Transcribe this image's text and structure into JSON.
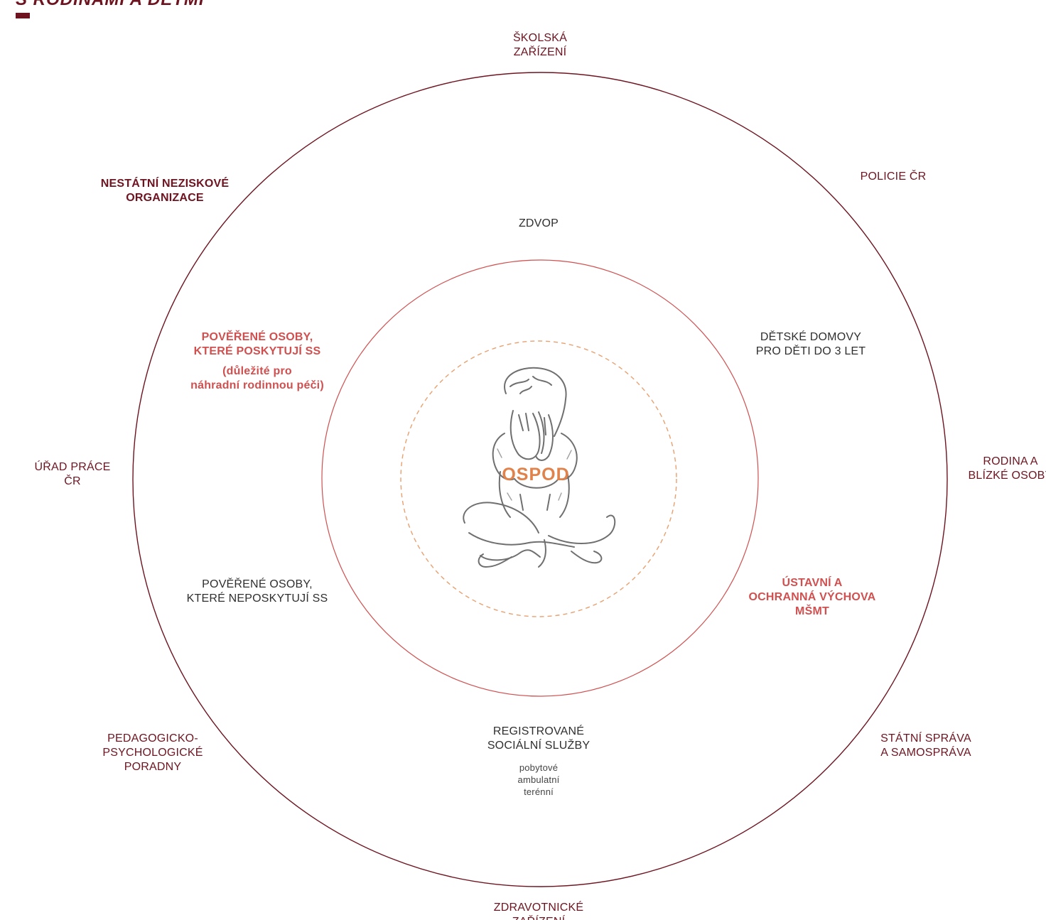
{
  "header": {
    "title": "S RODINAMI A DĚTMI"
  },
  "diagram": {
    "center": "OSPOD",
    "outer_labels": {
      "skolska_zarizeni": "ŠKOLSKÁ\nZAŘÍZENÍ",
      "policie": "POLICIE ČR",
      "rodina": "RODINA A\nBLÍZKÉ OSOBY",
      "statni_sprava": "STÁTNÍ SPRÁVA\nA SAMOSPRÁVA",
      "zdravotnicke": "ZDRAVOTNICKÉ\nZAŘÍZENÍ",
      "pedagogicko": "PEDAGOGICKO-\nPSYCHOLOGICKÉ\nPORADNY",
      "urad_prace": "ÚŘAD PRÁCE\nČR",
      "nno": "NESTÁTNÍ NEZISKOVÉ\nORGANIZACE"
    },
    "inner_labels": {
      "zdvop": "ZDVOP",
      "detske_domovy": "DĚTSKÉ DOMOVY\nPRO DĚTI  DO 3 LET",
      "ustavni": "ÚSTAVNÍ A\nOCHRANNÁ VÝCHOVA\nMŠMT",
      "registrovane": "REGISTROVANÉ\nSOCIÁLNÍ SLUŽBY",
      "registrovane_types": "pobytové\nambulatní\nterénní",
      "poverene_neposkytuji": "POVĚŘENÉ OSOBY,\nKTERÉ NEPOSKYTUJÍ  SS",
      "poverene_poskytuji": "POVĚŘENÉ OSOBY,\nKTERÉ POSKYTUJÍ SS",
      "poverene_poskytuji_note": "(důležité pro\nnáhradní rodinnou péči)"
    }
  },
  "colors": {
    "dark_red": "#6e1420",
    "coral": "#d05050",
    "orange_dashed": "#e8a070",
    "text_grey": "#2f2f2f"
  }
}
